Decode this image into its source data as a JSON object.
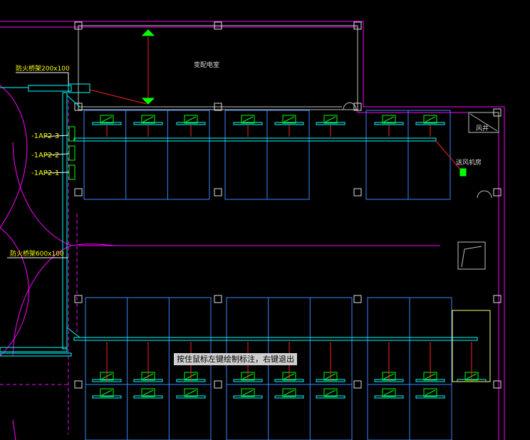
{
  "labels": {
    "room_transformer": "变配电室",
    "room_fan": "送风机房",
    "room_shaft": "风井",
    "bridge_top": "防火桥架200x100",
    "bridge_mid": "防火桥架600x100",
    "panel_3": "-1AP2-3",
    "panel_2": "-1AP2-2",
    "panel_1": "-1AP2-1"
  },
  "status": {
    "command_hint": "按住鼠标左键绘制标注，右键退出"
  },
  "colors": {
    "background": "#000000",
    "wall": "#ff00ff",
    "column": "#ffffff",
    "cable_tray": "#00ffff",
    "grid": "#3a86ff",
    "lamp": "#00ff00",
    "wire": "#ff2020",
    "highlight": "#ffff66"
  }
}
